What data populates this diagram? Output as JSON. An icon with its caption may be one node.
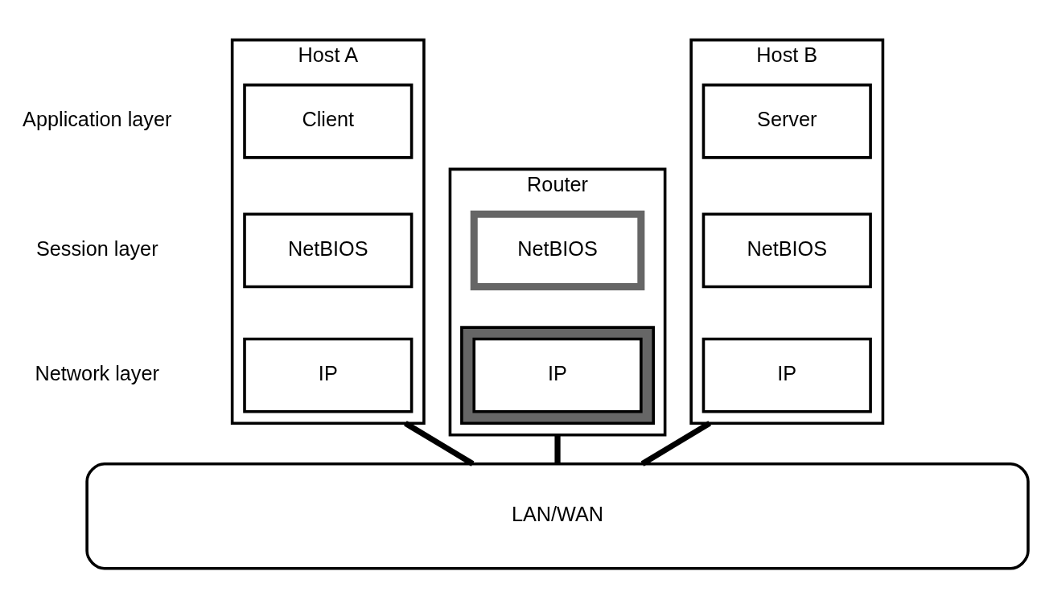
{
  "diagram": {
    "nodes": [
      {
        "text": [
          "Host A"
        ]
      },
      {
        "text": [
          "Client"
        ],
        "in": 0
      },
      {
        "text": [
          "NetBIOS"
        ],
        "in": 0
      },
      {
        "text": [
          "IP"
        ],
        "in": 0
      },
      {
        "text": [
          "Router"
        ]
      },
      {
        "text": [
          "NetBIOS"
        ],
        "in": 4
      },
      {
        "text": [],
        "shape": "box",
        "in": 4
      },
      {
        "text": [
          "IP"
        ],
        "in": 6
      },
      {
        "text": [
          "Host B"
        ]
      },
      {
        "text": [
          "Server"
        ],
        "in": 8
      },
      {
        "text": [
          "NetBIOS"
        ],
        "in": 8
      },
      {
        "text": [
          "IP"
        ],
        "in": 8
      },
      {
        "text": [
          "LAN/WAN"
        ]
      }
    ],
    "edges": [
      {
        "from": 0,
        "to": 12,
        "arrow": "none"
      },
      {
        "from": 4,
        "to": 12,
        "arrow": "none"
      },
      {
        "from": 8,
        "to": 12,
        "arrow": "none"
      }
    ],
    "labels": [
      "Application layer",
      "Session layer",
      "Network layer"
    ]
  }
}
